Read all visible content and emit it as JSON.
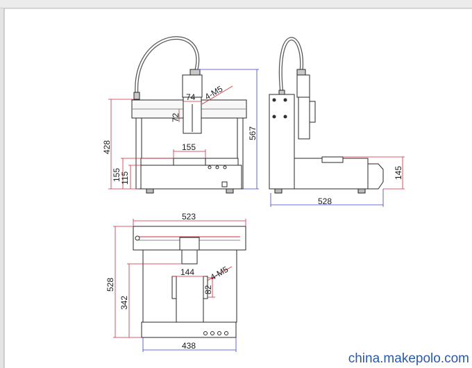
{
  "watermark": "china.makepolo.com",
  "colors": {
    "frame": "#6e6e6e",
    "line": "#262626",
    "dimension": "#d0283a",
    "dimension_blue": "#3a3ad6",
    "watermark": "#2a58a8"
  },
  "front_view": {
    "dims": {
      "head_width": "74",
      "tap": "4-M5",
      "head_small": "72",
      "total_height": "567",
      "body_height": "428",
      "table_width": "155",
      "table_top": "155",
      "table_low": "115"
    }
  },
  "side_view": {
    "dims": {
      "stage_height": "145",
      "depth": "528"
    }
  },
  "top_view": {
    "dims": {
      "overall_width": "523",
      "overall_depth": "528",
      "inner_depth": "342",
      "slot_width": "144",
      "tap": "4-M5",
      "slot_small": "82",
      "base_width": "438"
    }
  }
}
